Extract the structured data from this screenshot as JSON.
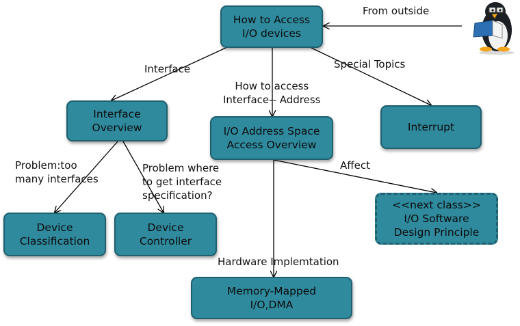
{
  "nodes": {
    "root": [
      "How to Access",
      "I/O devices"
    ],
    "interface_overview": [
      "Interface",
      "Overview"
    ],
    "io_address_space": [
      "I/O Address Space",
      "Access Overview"
    ],
    "interrupt": [
      "Interrupt"
    ],
    "device_classification": [
      "Device",
      "Classification"
    ],
    "device_controller": [
      "Device",
      "Controller"
    ],
    "next_class": [
      "<<next class>>",
      "I/O Software",
      "Design Principle"
    ],
    "memory_mapped": [
      "Memory-Mapped",
      "I/O,DMA"
    ]
  },
  "edge_labels": {
    "from_outside": [
      "From outside"
    ],
    "interface": [
      "Interface"
    ],
    "special_topics": [
      "Special Topics"
    ],
    "how_to_access": [
      "How to access",
      "Interface-- Address"
    ],
    "problem_too_many": [
      "Problem:too",
      "many interfaces"
    ],
    "problem_where": [
      "Problem where",
      "to get interface",
      "specification?"
    ],
    "affect": [
      "Affect"
    ],
    "hardware_impl": [
      "Hardware Implemtation"
    ]
  },
  "colors": {
    "node_fill": "#2f8a9e",
    "node_border": "#1f5f6e",
    "edge": "#000000"
  },
  "mascot": "penguin-reading-book-icon"
}
